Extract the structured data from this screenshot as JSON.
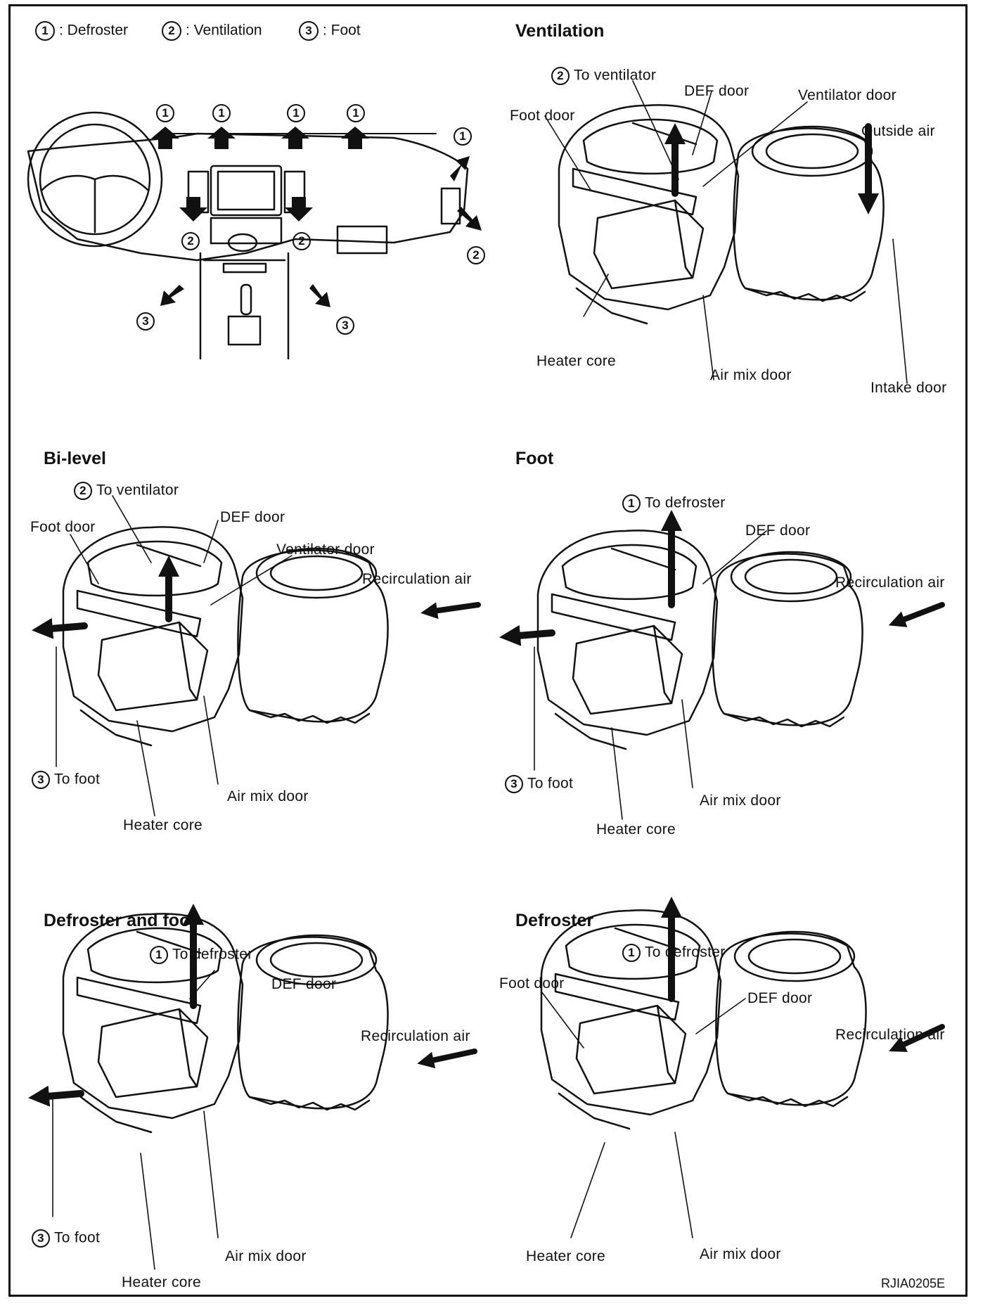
{
  "legend": [
    {
      "num": "1",
      "label": ": Defroster"
    },
    {
      "num": "2",
      "label": ": Ventilation"
    },
    {
      "num": "3",
      "label": ": Foot"
    }
  ],
  "dash_markers": {
    "m1": "1",
    "m2": "2",
    "m3": "3"
  },
  "panels": {
    "ventilation": {
      "title": "Ventilation",
      "to_ventilator": "To ventilator",
      "def_door": "DEF door",
      "ventilator_door": "Ventilator door",
      "foot_door": "Foot door",
      "outside_air": "Outside air",
      "heater_core": "Heater core",
      "air_mix_door": "Air mix door",
      "intake_door": "Intake door"
    },
    "bilevel": {
      "title": "Bi-level",
      "to_ventilator": "To ventilator",
      "foot_door": "Foot door",
      "def_door": "DEF door",
      "ventilator_door": "Ventilator door",
      "recirculation_air": "Recirculation air",
      "to_foot": "To foot",
      "air_mix_door": "Air mix door",
      "heater_core": "Heater core"
    },
    "foot": {
      "title": "Foot",
      "to_defroster": "To defroster",
      "def_door": "DEF door",
      "recirculation_air": "Recirculation air",
      "to_foot": "To foot",
      "air_mix_door": "Air mix door",
      "heater_core": "Heater core"
    },
    "defroster_foot": {
      "title": "Defroster and foot",
      "to_defroster": "To defroster",
      "def_door": "DEF door",
      "recirculation_air": "Recirculation air",
      "to_foot": "To foot",
      "air_mix_door": "Air mix door",
      "heater_core": "Heater core"
    },
    "defroster": {
      "title": "Defroster",
      "to_defroster": "To defroster",
      "foot_door": "Foot door",
      "def_door": "DEF door",
      "recirculation_air": "Recirculation air",
      "heater_core": "Heater core",
      "air_mix_door": "Air mix door"
    }
  },
  "figure_code": "RJIA0205E"
}
